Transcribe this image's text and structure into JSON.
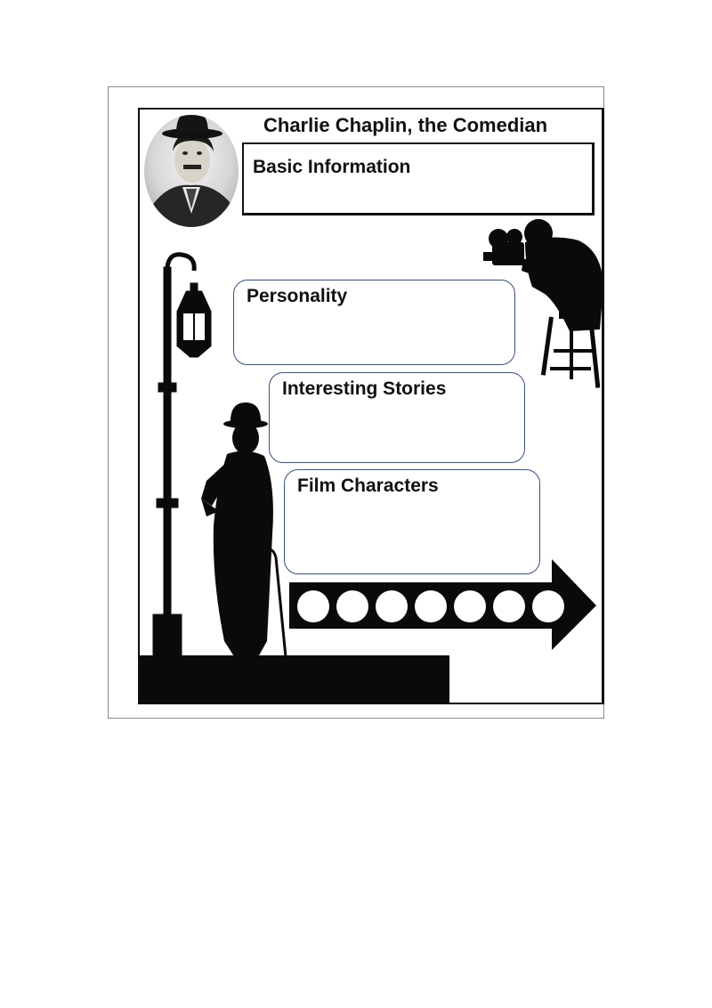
{
  "worksheet": {
    "title": "Charlie Chaplin, the Comedian",
    "sections": {
      "basic_information": "Basic Information",
      "personality": "Personality",
      "interesting_stories": "Interesting Stories",
      "film_characters": "Film Characters"
    }
  },
  "images": {
    "portrait": "portrait-photo",
    "street_lamp": "street-lamp-icon",
    "chaplin_silhouette": "chaplin-silhouette",
    "cameraman_silhouette": "cameraman-silhouette",
    "film_arrow": "film-strip-arrow-icon"
  },
  "colors": {
    "ink": "#111111",
    "box_border": "#3a4f7a",
    "frame": "#8a8a8a"
  }
}
